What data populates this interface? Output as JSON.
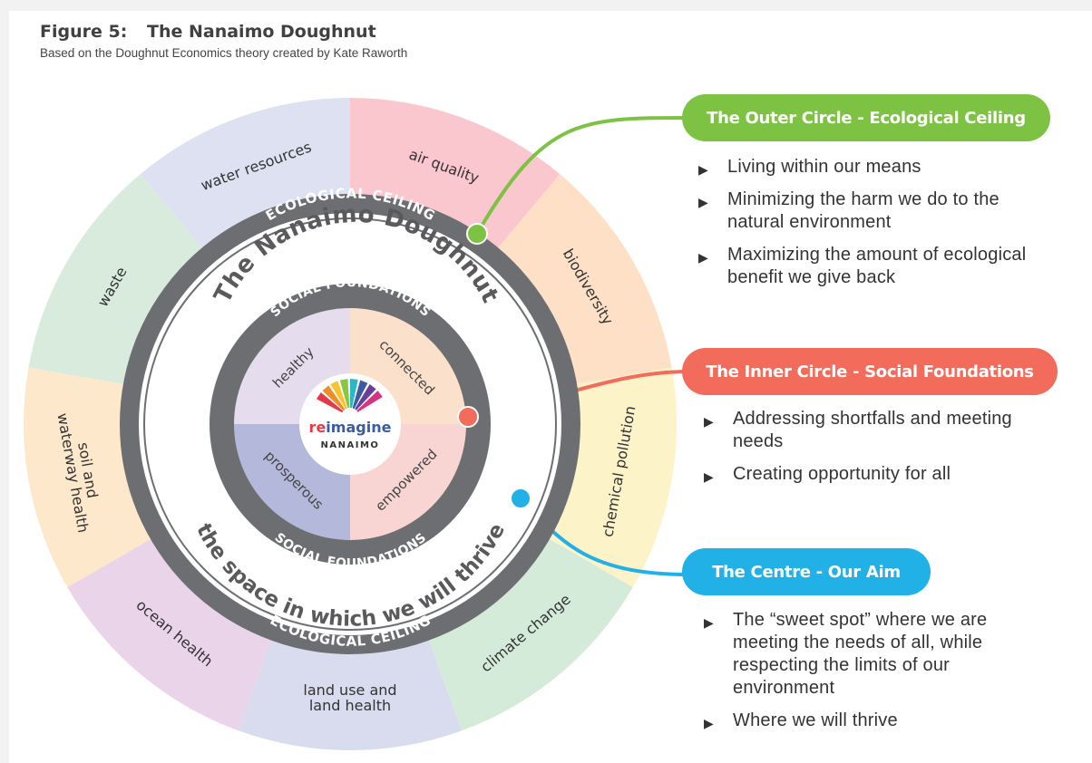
{
  "header": {
    "figure_number": "Figure 5:",
    "title": "The Nanaimo Doughnut",
    "subtitle": "Based on the Doughnut Economics theory created by Kate Raworth"
  },
  "doughnut": {
    "title": "The Nanaimo Doughnut",
    "aim_text": "the space in which we will thrive",
    "ceiling_label": "ECOLOGICAL CEILING",
    "foundation_label": "SOCIAL FOUNDATIONS",
    "outer_segments": [
      {
        "label": "air quality",
        "color": "#fbc7cf"
      },
      {
        "label": "biodiversity",
        "color": "#fde0c6"
      },
      {
        "label": "chemical pollution",
        "color": "#fcf3c8"
      },
      {
        "label": "climate change",
        "color": "#d4ebd9"
      },
      {
        "label": "land use and land health",
        "color": "#d9dcef"
      },
      {
        "label": "ocean health",
        "color": "#e9d4e9"
      },
      {
        "label": "soil and waterway health",
        "color": "#fde8cc"
      },
      {
        "label": "waste",
        "color": "#d8ebdc"
      },
      {
        "label": "water resources",
        "color": "#dde1f1"
      }
    ],
    "inner_quadrants": [
      {
        "label": "connected",
        "color": "#fbe0cc"
      },
      {
        "label": "empowered",
        "color": "#f8d5d2"
      },
      {
        "label": "prosperous",
        "color": "#b4b9dc"
      },
      {
        "label": "healthy",
        "color": "#e5dcee"
      }
    ],
    "logo": {
      "word_part1": "re",
      "word_part2": "imagine",
      "word_line2": "NANAIMO"
    },
    "ring_color": "#6d6e71"
  },
  "callouts": [
    {
      "title": "The Outer Circle - Ecological Ceiling",
      "color": "#7dc242",
      "bullets": [
        "Living within our means",
        "Minimizing the harm we do to the natural environment",
        "Maximizing the amount of ecological benefit we give back"
      ]
    },
    {
      "title": "The Inner Circle - Social Foundations",
      "color": "#f26b5b",
      "bullets": [
        "Addressing shortfalls and meeting needs",
        "Creating opportunity for all"
      ]
    },
    {
      "title": "The Centre - Our Aim",
      "color": "#22b1e6",
      "bullets": [
        "The “sweet spot” where we are meeting the needs of all, while respecting the limits of our environment",
        "Where we will thrive"
      ]
    }
  ],
  "icons": {
    "bullet": "triangle-right-icon"
  }
}
